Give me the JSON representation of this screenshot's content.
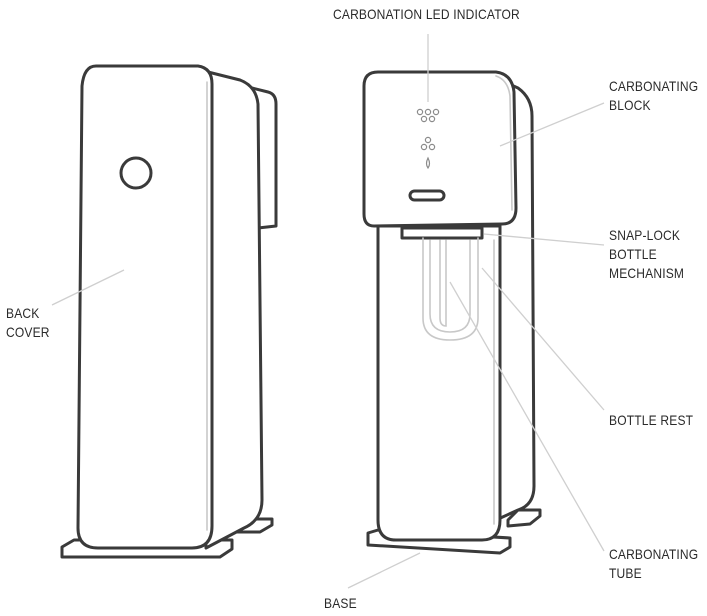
{
  "labels": {
    "carbonation_led_indicator": "CARBONATION LED INDICATOR",
    "carbonating_block": [
      "CARBONATING",
      "BLOCK"
    ],
    "snap_lock": [
      "SNAP-LOCK",
      "BOTTLE",
      "MECHANISM"
    ],
    "back_cover": [
      "BACK",
      "COVER"
    ],
    "bottle_rest": "BOTTLE REST",
    "carbonating_tube": [
      "CARBONATING",
      "TUBE"
    ],
    "base": "BASE"
  },
  "colors": {
    "outline": "#3a3a3a",
    "leader_line": "#cfcfcf",
    "text": "#2a2a2a"
  }
}
